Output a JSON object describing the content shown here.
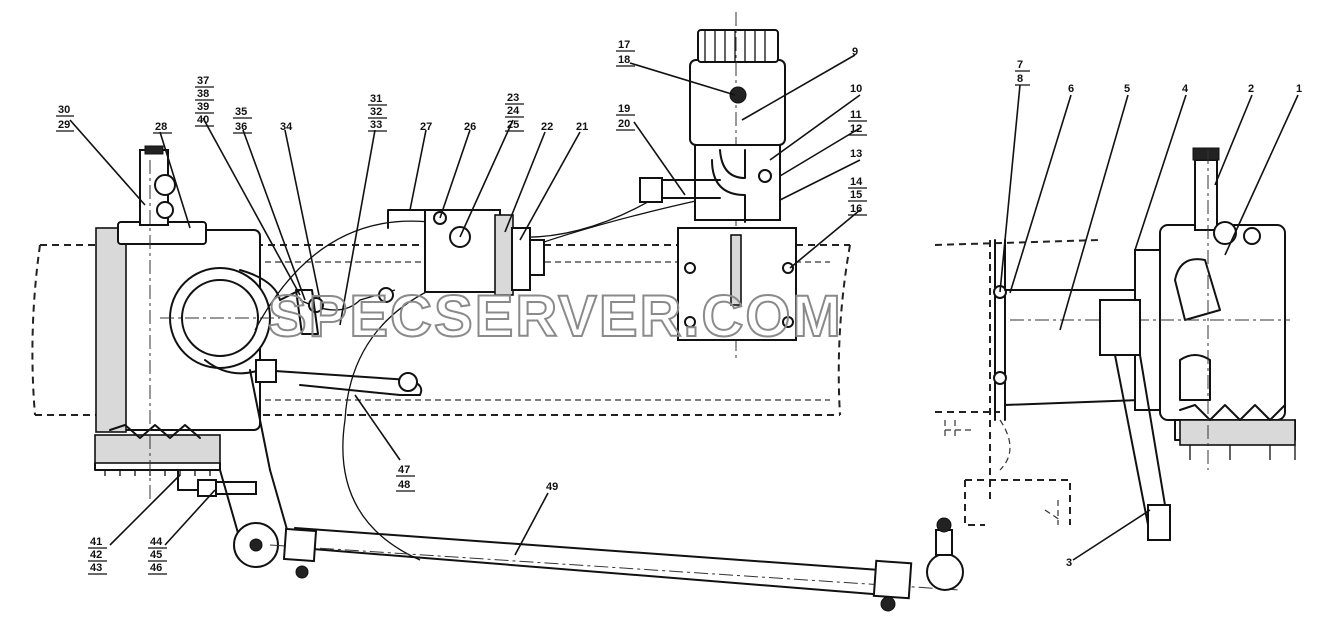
{
  "watermark": "SPECSERVER.COM",
  "labels": {
    "l1": "1",
    "l2": "2",
    "l3": "3",
    "l4": "4",
    "l5": "5",
    "l6": "6",
    "l7": "7",
    "l8": "8",
    "l9": "9",
    "l10": "10",
    "l11": "11",
    "l12": "12",
    "l13": "13",
    "l14": "14",
    "l15": "15",
    "l16": "16",
    "l17": "17",
    "l18": "18",
    "l19": "19",
    "l20": "20",
    "l21": "21",
    "l22": "22",
    "l23": "23",
    "l24": "24",
    "l25": "25",
    "l26": "26",
    "l27": "27",
    "l28": "28",
    "l28b": "28",
    "l29": "29",
    "l30": "30",
    "l31": "31",
    "l32": "32",
    "l33": "33",
    "l34": "34",
    "l35": "35",
    "l36": "36",
    "l37": "37",
    "l38": "38",
    "l39": "39",
    "l40": "40",
    "l41": "41",
    "l42": "42",
    "l43": "43",
    "l44": "44",
    "l45": "45",
    "l46": "46",
    "l47": "47",
    "l48": "48",
    "l49": "49"
  }
}
